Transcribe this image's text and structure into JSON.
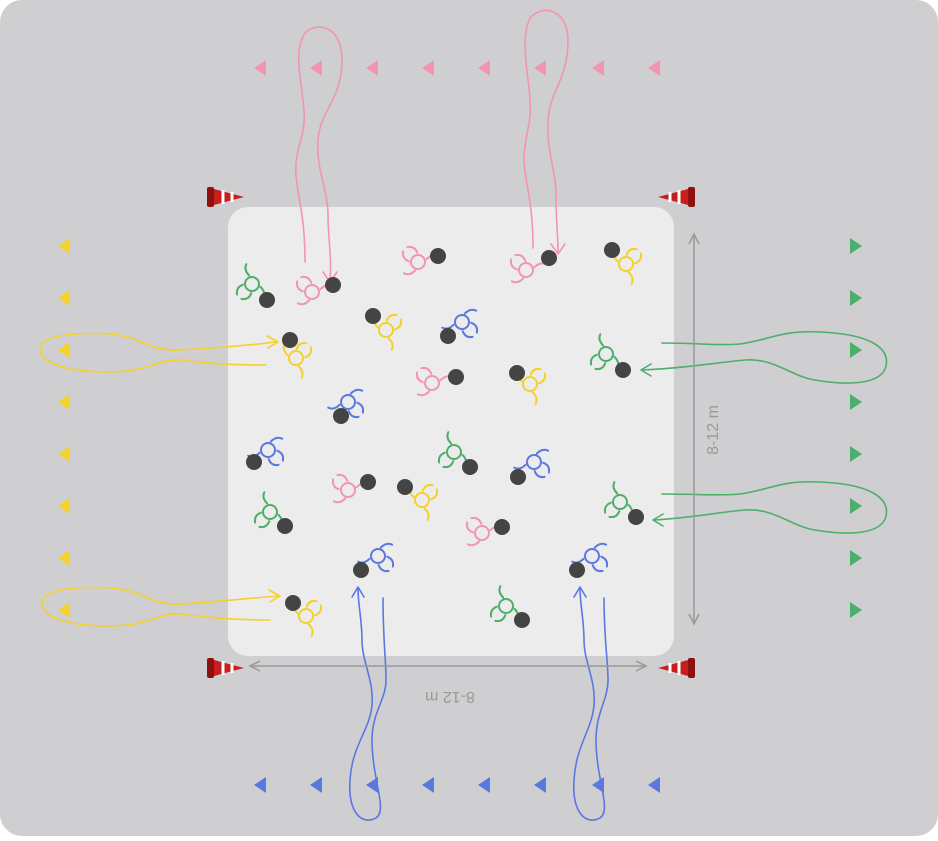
{
  "diagram": {
    "vertical_dimension_label": "8-12 m",
    "horizontal_dimension_label": "8-12 m",
    "colors": {
      "background": "#cfcfd2",
      "field": "#ececec",
      "pink": "#f294b4",
      "yellow": "#f5d12c",
      "green": "#4caf6a",
      "blue": "#5b78e0",
      "ball": "#444444",
      "cone_red": "#c81e1e",
      "dimension": "#999999"
    },
    "teams": [
      "pink",
      "yellow",
      "green",
      "blue"
    ],
    "icons": [
      "marker-flag-icon",
      "cone-icon",
      "player-icon",
      "ball-icon",
      "movement-arrow-icon",
      "dimension-arrow-icon"
    ]
  }
}
